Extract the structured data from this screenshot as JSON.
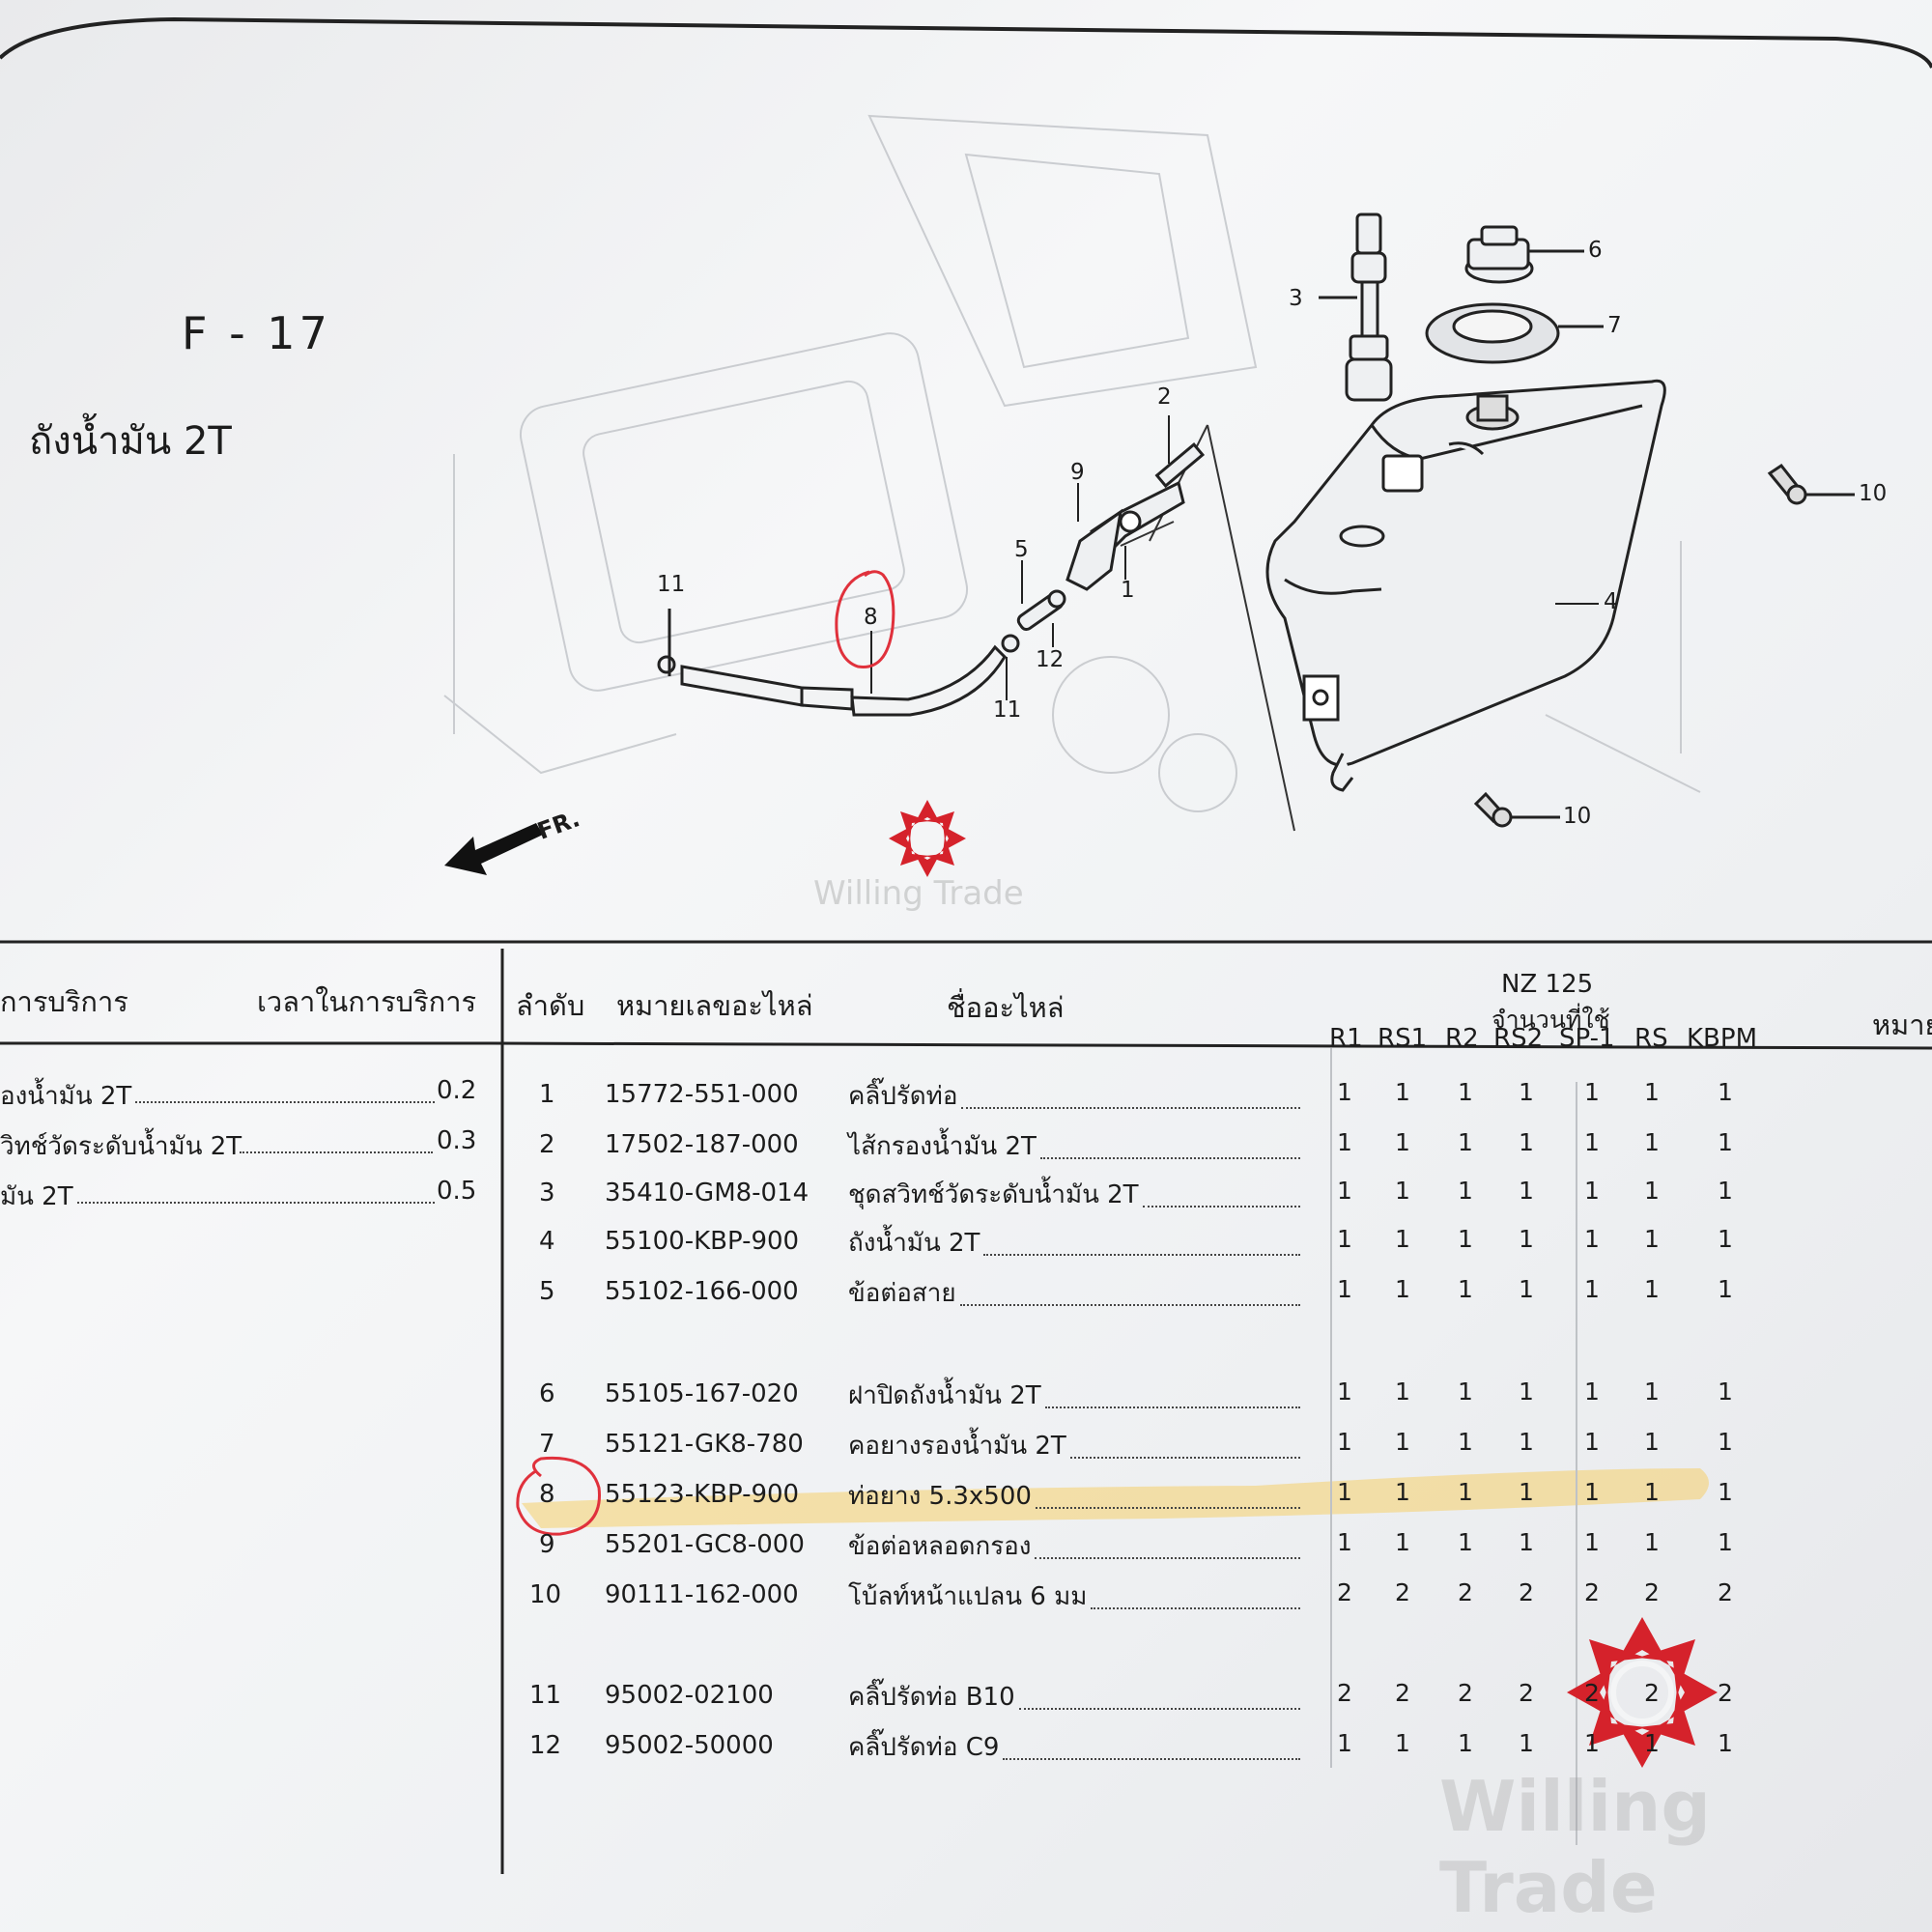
{
  "figure": {
    "code": "F - 17",
    "title": "ถังน้ำมัน 2T",
    "front_label": "FR."
  },
  "callouts": [
    "1",
    "2",
    "3",
    "4",
    "5",
    "6",
    "7",
    "8",
    "9",
    "10",
    "10",
    "11",
    "11",
    "12"
  ],
  "watermark": {
    "brand": "Willing Trade"
  },
  "service_table": {
    "header_service": "การบริการ",
    "header_time": "เวลาในการบริการ",
    "rows": [
      {
        "name": "องน้ำมัน 2T",
        "time": "0.2"
      },
      {
        "name": "วิทช์วัดระดับน้ำมัน 2T",
        "time": "0.3"
      },
      {
        "name": "มัน 2T",
        "time": "0.5"
      }
    ]
  },
  "parts_table": {
    "header_no": "ลำดับ",
    "header_partno": "หมายเลขอะไหล่",
    "header_name": "ชื่ออะไหล่",
    "model": "NZ 125",
    "qty_label": "จำนวนที่ใช้",
    "variants": [
      "R1",
      "RS1",
      "R2",
      "RS2",
      "SP-1",
      "RS",
      "KBPM"
    ],
    "header_remark": "หมาย",
    "rows": [
      {
        "no": "1",
        "part": "15772-551-000",
        "name": "คลิ๊ปรัดท่อ",
        "qty": [
          "1",
          "1",
          "1",
          "1",
          "1",
          "1",
          "1"
        ]
      },
      {
        "no": "2",
        "part": "17502-187-000",
        "name": "ไส้กรองน้ำมัน 2T",
        "qty": [
          "1",
          "1",
          "1",
          "1",
          "1",
          "1",
          "1"
        ]
      },
      {
        "no": "3",
        "part": "35410-GM8-014",
        "name": "ชุดสวิทช์วัดระดับน้ำมัน 2T",
        "qty": [
          "1",
          "1",
          "1",
          "1",
          "1",
          "1",
          "1"
        ]
      },
      {
        "no": "4",
        "part": "55100-KBP-900",
        "name": "ถังน้ำมัน 2T",
        "qty": [
          "1",
          "1",
          "1",
          "1",
          "1",
          "1",
          "1"
        ]
      },
      {
        "no": "5",
        "part": "55102-166-000",
        "name": "ข้อต่อสาย",
        "qty": [
          "1",
          "1",
          "1",
          "1",
          "1",
          "1",
          "1"
        ]
      },
      {
        "no": "6",
        "part": "55105-167-020",
        "name": "ฝาปิดถังน้ำมัน 2T",
        "qty": [
          "1",
          "1",
          "1",
          "1",
          "1",
          "1",
          "1"
        ]
      },
      {
        "no": "7",
        "part": "55121-GK8-780",
        "name": "คอยางรองน้ำมัน 2T",
        "qty": [
          "1",
          "1",
          "1",
          "1",
          "1",
          "1",
          "1"
        ]
      },
      {
        "no": "8",
        "part": "55123-KBP-900",
        "name": "ท่อยาง 5.3x500",
        "qty": [
          "1",
          "1",
          "1",
          "1",
          "1",
          "1",
          "1"
        ]
      },
      {
        "no": "9",
        "part": "55201-GC8-000",
        "name": "ข้อต่อหลอดกรอง",
        "qty": [
          "1",
          "1",
          "1",
          "1",
          "1",
          "1",
          "1"
        ]
      },
      {
        "no": "10",
        "part": "90111-162-000",
        "name": "โบ้ลท์หน้าแปลน 6 มม",
        "qty": [
          "2",
          "2",
          "2",
          "2",
          "2",
          "2",
          "2"
        ]
      },
      {
        "no": "11",
        "part": "95002-02100",
        "name": "คลิ๊ปรัดท่อ B10",
        "qty": [
          "2",
          "2",
          "2",
          "2",
          "2",
          "2",
          "2"
        ]
      },
      {
        "no": "12",
        "part": "95002-50000",
        "name": "คลิ๊ปรัดท่อ C9",
        "qty": [
          "1",
          "1",
          "1",
          "1",
          "1",
          "1",
          "1"
        ]
      }
    ]
  },
  "colors": {
    "highlight": "#f5cf6a",
    "circle": "#e0313c",
    "logo": "#d5222b"
  }
}
